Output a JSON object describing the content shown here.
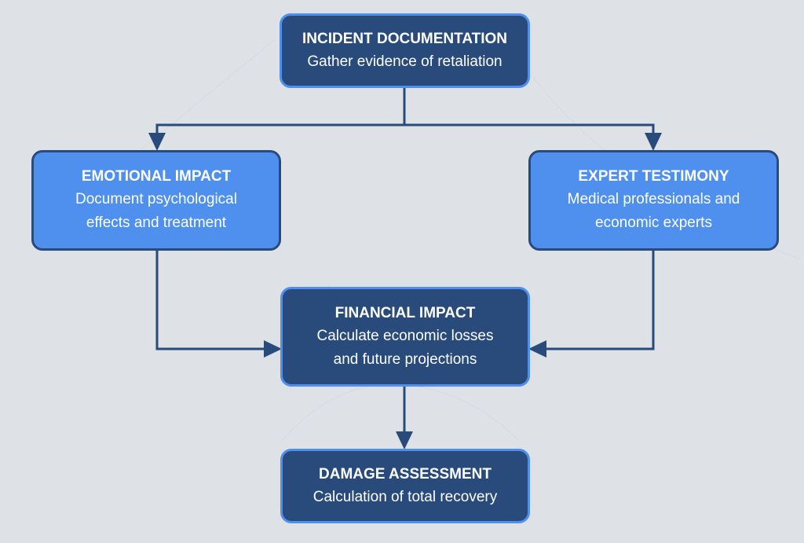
{
  "diagram": {
    "type": "flowchart",
    "colors": {
      "background": "#dee1e6",
      "dark_node": "#284b7c",
      "light_node": "#4f90ee",
      "connector": "#284b7c",
      "text": "#ffffff"
    },
    "nodes": {
      "incident": {
        "title": "INCIDENT DOCUMENTATION",
        "desc": "Gather evidence of retaliation"
      },
      "emotional": {
        "title": "EMOTIONAL IMPACT",
        "desc_lines": [
          "Document psychological",
          "effects and treatment"
        ]
      },
      "expert": {
        "title": "EXPERT TESTIMONY",
        "desc_lines": [
          "Medical professionals and",
          "economic experts"
        ]
      },
      "financial": {
        "title": "FINANCIAL IMPACT",
        "desc_lines": [
          "Calculate economic losses",
          "and future projections"
        ]
      },
      "damage": {
        "title": "DAMAGE ASSESSMENT",
        "desc": "Calculation of total recovery"
      }
    },
    "edges": [
      {
        "from": "INCIDENT DOCUMENTATION",
        "to": "EMOTIONAL IMPACT"
      },
      {
        "from": "INCIDENT DOCUMENTATION",
        "to": "EXPERT TESTIMONY"
      },
      {
        "from": "EMOTIONAL IMPACT",
        "to": "FINANCIAL IMPACT"
      },
      {
        "from": "EXPERT TESTIMONY",
        "to": "FINANCIAL IMPACT"
      },
      {
        "from": "FINANCIAL IMPACT",
        "to": "DAMAGE ASSESSMENT"
      }
    ]
  }
}
